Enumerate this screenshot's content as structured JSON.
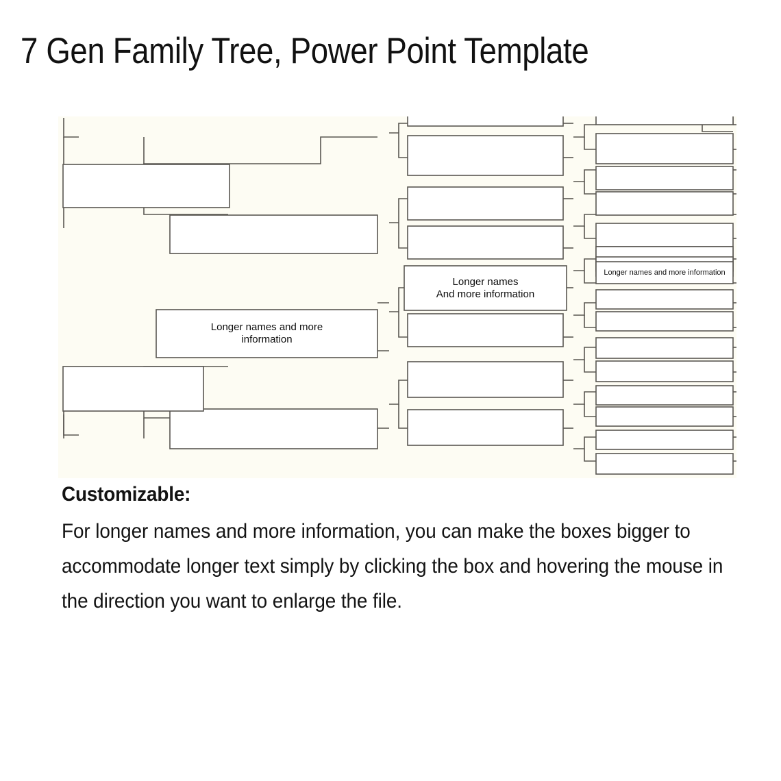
{
  "page": {
    "title": "7 Gen Family Tree, Power Point Template",
    "background": "#ffffff",
    "text_color": "#111111"
  },
  "diagram": {
    "name": "7-generation-family-tree-chart",
    "canvas_background": "#fdfcf3",
    "box_fill": "#ffffff",
    "box_stroke": "#595651",
    "connector_stroke": "#595651",
    "cropped": true,
    "labelled_boxes": [
      {
        "id": "gen3-upper-labelled",
        "column": "generation-3",
        "lines": [
          "Longer names",
          "And more information"
        ],
        "font_size": 15
      },
      {
        "id": "gen2-labelled",
        "column": "generation-2",
        "lines": [
          "Longer names and more",
          "information"
        ],
        "font_size": 15
      },
      {
        "id": "gen4-labelled",
        "column": "generation-4",
        "lines": [
          "Longer names and more information"
        ],
        "font_size": 11
      }
    ],
    "column_counts": {
      "generation-1": 2,
      "generation-2": 2,
      "generation-3": 8,
      "generation-4": 15
    }
  },
  "caption": {
    "heading": "Customizable:",
    "paragraph": "For longer names and more information, you can make the boxes bigger to accommodate longer text simply by clicking the box and hovering the mouse in the direction you want to enlarge the file."
  }
}
